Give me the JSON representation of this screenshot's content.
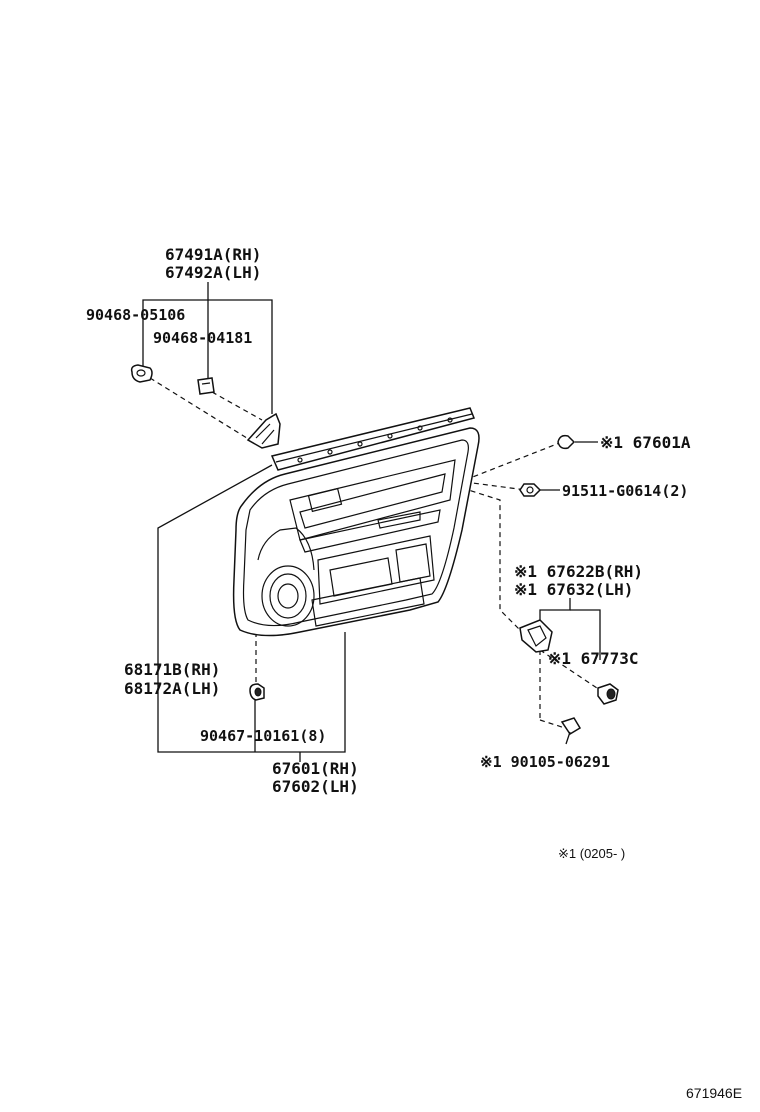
{
  "labels": {
    "l67491a": "67491A(RH)",
    "l67492a": "67492A(LH)",
    "l9046805106": "90468-05106",
    "l9046804181": "90468-04181",
    "l67601a": "※1 67601A",
    "l91511": "91511-G0614(2)",
    "l67622b": "※1 67622B(RH)",
    "l67632": "※1 67632(LH)",
    "l67773c": "※1 67773C",
    "l68171b": "68171B(RH)",
    "l68172a": "68172A(LH)",
    "l90467": "90467-10161(8)",
    "l67601": "67601(RH)",
    "l67602": "67602(LH)",
    "l90105": "※1 90105-06291"
  },
  "footnote": "※1 (0205-      )",
  "diagram_code": "671946E",
  "colors": {
    "ink": "#111111",
    "background": "#ffffff"
  }
}
